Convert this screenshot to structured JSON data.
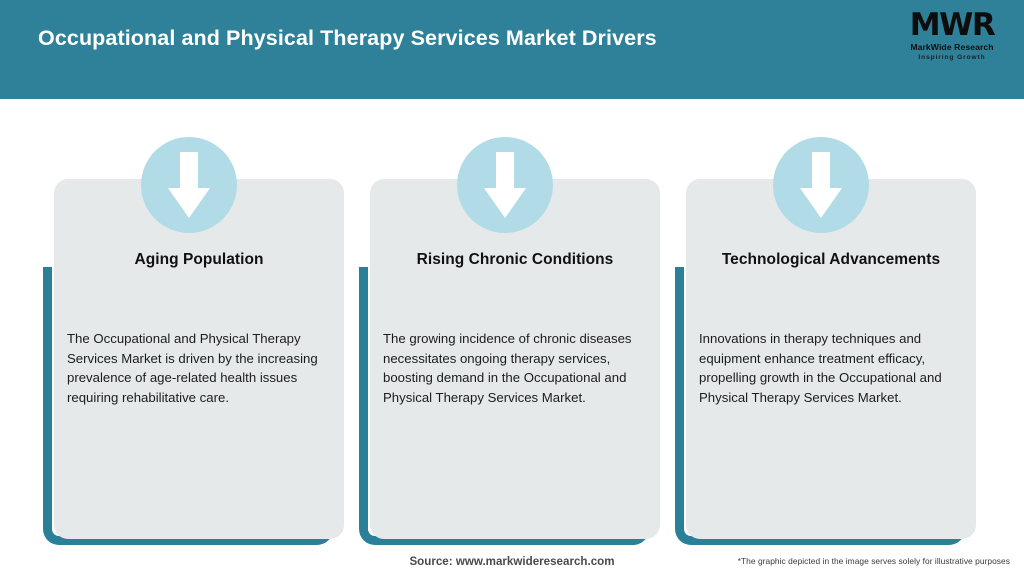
{
  "header": {
    "title": "Occupational and Physical Therapy Services Market Drivers",
    "background_color": "#2e8199",
    "logo": {
      "mark": "MWR",
      "name": "MarkWide Research",
      "tagline": "Inspiring Growth"
    }
  },
  "cards": [
    {
      "icon": "down-arrow-icon",
      "title": "Aging Population",
      "body": "The Occupational and Physical Therapy Services Market is driven by the increasing prevalence of age-related health issues requiring rehabilitative care."
    },
    {
      "icon": "down-arrow-icon",
      "title": "Rising Chronic Conditions",
      "body": "The growing incidence of chronic diseases necessitates ongoing therapy services, boosting demand in the Occupational and Physical Therapy Services Market."
    },
    {
      "icon": "down-arrow-icon",
      "title": "Technological Advancements",
      "body": "Innovations in therapy techniques and equipment enhance treatment efficacy, propelling growth in the Occupational and Physical Therapy Services Market."
    }
  ],
  "footer": {
    "source": "Source: www.markwideresearch.com",
    "disclaimer": "*The graphic depicted in the image serves solely for illustrative purposes"
  },
  "colors": {
    "teal": "#2e8199",
    "frame_teal": "#2b8099",
    "light_blue": "#b2dbe8",
    "card_gray": "#e6e9ea",
    "white": "#ffffff"
  }
}
